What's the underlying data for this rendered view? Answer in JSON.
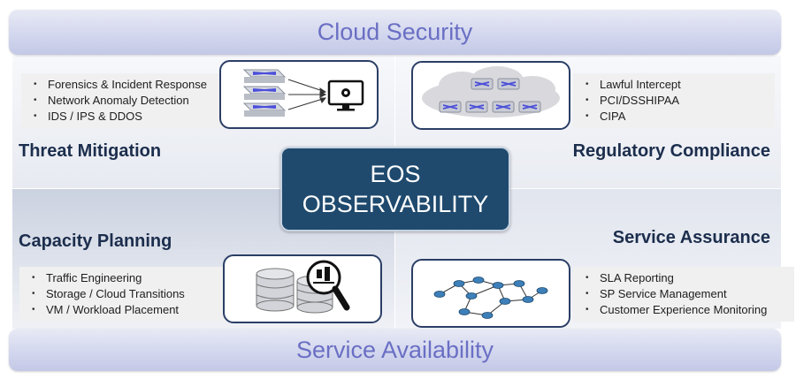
{
  "top_banner": "Cloud Security",
  "bottom_banner": "Service Availability",
  "center": {
    "line1": "EOS",
    "line2": "OBSERVABILITY"
  },
  "quadrants": {
    "threat_mitigation": {
      "title": "Threat Mitigation",
      "items": [
        "Forensics & Incident Response",
        "Network Anomaly Detection",
        "IDS / IPS & DDOS"
      ]
    },
    "regulatory_compliance": {
      "title": "Regulatory Compliance",
      "items": [
        "Lawful Intercept",
        "PCI/DSSHIPAA",
        "CIPA"
      ]
    },
    "capacity_planning": {
      "title": "Capacity Planning",
      "items": [
        "Traffic Engineering",
        "Storage / Cloud Transitions",
        "VM / Workload Placement"
      ]
    },
    "service_assurance": {
      "title": "Service Assurance",
      "items": [
        "SLA Reporting",
        "SP Service Management",
        "Customer Experience Monitoring"
      ]
    }
  },
  "colors": {
    "banner_text": "#6a6fc4",
    "title_text": "#1c2e4d",
    "center_bg": "#1f4a6e",
    "icon_border": "#2b3e66",
    "switch_arrow": "#4b4fd8"
  },
  "icons": {
    "threat": "switch-stack-to-monitor-icon",
    "compliance": "switch-cloud-icon",
    "capacity": "database-magnifier-icon",
    "assurance": "network-topology-icon"
  }
}
